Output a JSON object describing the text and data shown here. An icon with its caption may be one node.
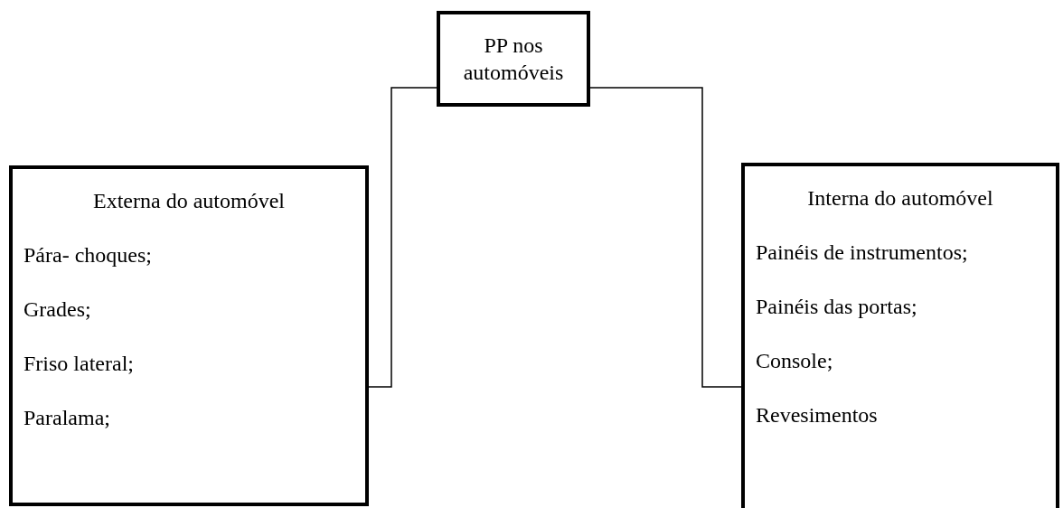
{
  "diagram": {
    "nodes": [
      {
        "text": [
          "PP nos automóveis"
        ]
      },
      {
        "text": [
          "Externa do automóvel",
          "Pára- choques;",
          "Grades;",
          "Friso lateral;",
          "Paralama;"
        ]
      },
      {
        "text": [
          "Interna do automóvel",
          "Painéis de instrumentos;",
          "Painéis das portas;",
          "Console;",
          "Revesimentos"
        ]
      }
    ],
    "edges": [
      {
        "from": 0,
        "to": 1,
        "arrow": "none"
      },
      {
        "from": 0,
        "to": 2,
        "arrow": "none"
      }
    ]
  }
}
